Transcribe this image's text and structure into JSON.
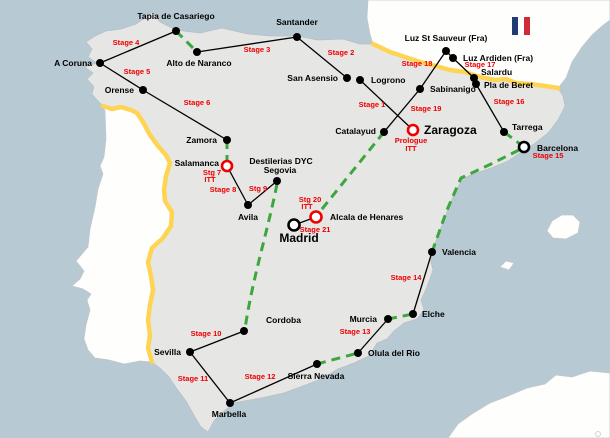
{
  "colors": {
    "sea": "#b7c9d3",
    "spain_land": "#e6e6e4",
    "foreign_land": "#fefefc",
    "country_border": "#ffd452",
    "stage_route": "#000000",
    "transfer_route": "#3da63d",
    "stage_label": "#ee0000",
    "itt_marker": "#ee0000",
    "key_town_marker": "#000000"
  },
  "flag": {
    "country": "france-flag",
    "blue": "#1f3c73",
    "white": "#ffffff",
    "red": "#d02b3a"
  },
  "cities": [
    {
      "label": "Tapia de Casariego",
      "marker": "stage-town"
    },
    {
      "label": "Santander",
      "marker": "stage-town"
    },
    {
      "label": "A Coruna",
      "marker": "stage-town"
    },
    {
      "label": "Alto de Naranco",
      "marker": "stage-town"
    },
    {
      "label": "Orense",
      "marker": "stage-town"
    },
    {
      "label": "Luz St Sauveur (Fra)",
      "marker": "stage-town"
    },
    {
      "label": "Luz Ardiden (Fra)",
      "marker": "stage-town"
    },
    {
      "label": "Salardu",
      "marker": "stage-town"
    },
    {
      "label": "Pla de Beret",
      "marker": "stage-town"
    },
    {
      "label": "Sabinanigo",
      "marker": "stage-town"
    },
    {
      "label": "San Asensio",
      "marker": "stage-town"
    },
    {
      "label": "Logrono",
      "marker": "stage-town"
    },
    {
      "label": "Catalayud",
      "marker": "stage-town"
    },
    {
      "label": "Zaragoza",
      "marker": "itt-town"
    },
    {
      "label": "Tarrega",
      "marker": "stage-town"
    },
    {
      "label": "Barcelona",
      "marker": "key-town"
    },
    {
      "label": "Zamora",
      "marker": "stage-town"
    },
    {
      "label": "Salamanca",
      "marker": "itt-town"
    },
    {
      "label": "Destilerias DYC",
      "label2": "Segovia",
      "marker": "stage-town"
    },
    {
      "label": "Avila",
      "marker": "stage-town"
    },
    {
      "label": "Madrid",
      "marker": "key-town"
    },
    {
      "label": "Alcala de Henares",
      "marker": "itt-town"
    },
    {
      "label": "Valencia",
      "marker": "stage-town"
    },
    {
      "label": "Elche",
      "marker": "stage-town"
    },
    {
      "label": "Murcia",
      "marker": "stage-town"
    },
    {
      "label": "Olula del Rio",
      "marker": "stage-town"
    },
    {
      "label": "Sierra Nevada",
      "marker": "stage-town"
    },
    {
      "label": "Cordoba",
      "marker": "stage-town"
    },
    {
      "label": "Sevilla",
      "marker": "stage-town"
    },
    {
      "label": "Marbella",
      "marker": "stage-town"
    }
  ],
  "stage_labels": [
    {
      "line1": "Prologue",
      "line2": "ITT"
    },
    {
      "line1": "Stage 1"
    },
    {
      "line1": "Stage 2"
    },
    {
      "line1": "Stage 3"
    },
    {
      "line1": "Stage 4"
    },
    {
      "line1": "Stage 5"
    },
    {
      "line1": "Stage 6"
    },
    {
      "line1": "Stg 7",
      "line2": "ITT"
    },
    {
      "line1": "Stage 8"
    },
    {
      "line1": "Stg 9"
    },
    {
      "line1": "Stage 10"
    },
    {
      "line1": "Stage 11"
    },
    {
      "line1": "Stage 12"
    },
    {
      "line1": "Stage 13"
    },
    {
      "line1": "Stage 14"
    },
    {
      "line1": "Stage 15"
    },
    {
      "line1": "Stage 16"
    },
    {
      "line1": "Stage 17"
    },
    {
      "line1": "Stage 18"
    },
    {
      "line1": "Stage 19"
    },
    {
      "line1": "Stg 20",
      "line2": "ITT"
    },
    {
      "line1": "Stage 21"
    }
  ],
  "connections": {
    "stage_lines": [
      [
        "Zaragoza",
        "Logrono"
      ],
      [
        "Santander",
        "San Asensio"
      ],
      [
        "Alto de Naranco",
        "Santander"
      ],
      [
        "Tapia de Casariego",
        "A Coruna"
      ],
      [
        "A Coruna",
        "Orense"
      ],
      [
        "Orense",
        "Zamora"
      ],
      [
        "Salamanca",
        "Avila"
      ],
      [
        "Avila",
        "Destilerias DYC Segovia"
      ],
      [
        "Luz St Sauveur (Fra)",
        "Sabinanigo"
      ],
      [
        "Luz Ardiden (Fra)",
        "Luz St Sauveur (Fra)"
      ],
      [
        "Salardu",
        "Luz Ardiden (Fra)"
      ],
      [
        "Salardu",
        "Pla de Beret"
      ],
      [
        "Pla de Beret",
        "Tarrega"
      ],
      [
        "Sabinanigo",
        "Catalayud"
      ],
      [
        "Alcala de Henares",
        "Madrid"
      ],
      [
        "Elche",
        "Valencia"
      ],
      [
        "Olula del Rio",
        "Murcia"
      ],
      [
        "Cordoba",
        "Sevilla"
      ],
      [
        "Sevilla",
        "Marbella"
      ],
      [
        "Marbella",
        "Sierra Nevada"
      ]
    ],
    "transfer_lines": [
      [
        "Tapia de Casariego",
        "Alto de Naranco"
      ],
      [
        "Zamora",
        "Salamanca"
      ],
      [
        "Destilerias DYC Segovia",
        "Cordoba"
      ],
      [
        "Catalayud",
        "Alcala de Henares"
      ],
      [
        "Murcia",
        "Elche"
      ],
      [
        "Sierra Nevada",
        "Olula del Rio"
      ],
      [
        "Valencia",
        "Barcelona"
      ],
      [
        "Barcelona",
        "Tarrega"
      ]
    ]
  }
}
